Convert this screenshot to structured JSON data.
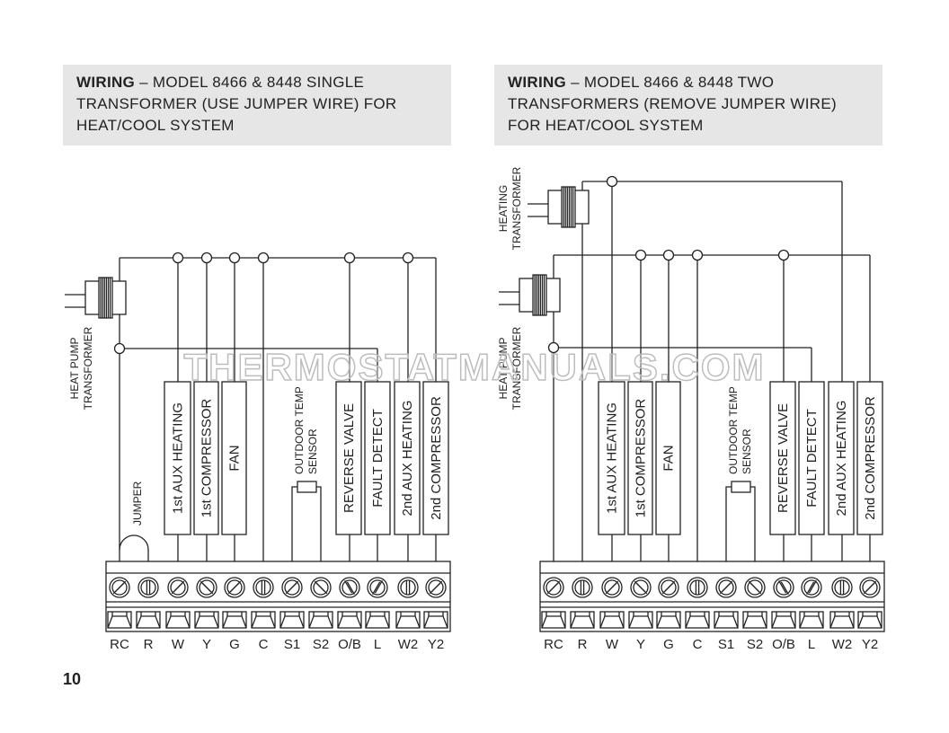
{
  "panels": [
    {
      "title_bold": "WIRING",
      "title_rest": " – MODEL 8466 & 8448 SINGLE TRANSFORMER (USE JUMPER WIRE) FOR HEAT/COOL SYSTEM",
      "transformer_label": [
        "HEAT PUMP",
        "TRANSFORMER"
      ],
      "jumper_label": "JUMPER"
    },
    {
      "title_bold": "WIRING",
      "title_rest": " – MODEL 8466 & 8448 TWO TRANSFORMERS (REMOVE JUMPER WIRE) FOR HEAT/COOL SYSTEM",
      "heating_transformer_label": [
        "HEATING",
        "TRANSFORMER"
      ],
      "transformer_label": [
        "HEAT PUMP",
        "TRANSFORMER"
      ]
    }
  ],
  "terminals": [
    "RC",
    "R",
    "W",
    "Y",
    "G",
    "C",
    "S1",
    "S2",
    "O/B",
    "L",
    "W2",
    "Y2"
  ],
  "devices": [
    "1st AUX HEATING",
    "1st COMPRESSOR",
    "FAN",
    "REVERSE VALVE",
    "FAULT DETECT",
    "2nd AUX HEATING",
    "2nd COMPRESSOR"
  ],
  "sensor_label": [
    "OUTDOOR TEMP",
    "SENSOR"
  ],
  "watermark": "THERMOSTATMANUALS.COM",
  "page_number": "10"
}
